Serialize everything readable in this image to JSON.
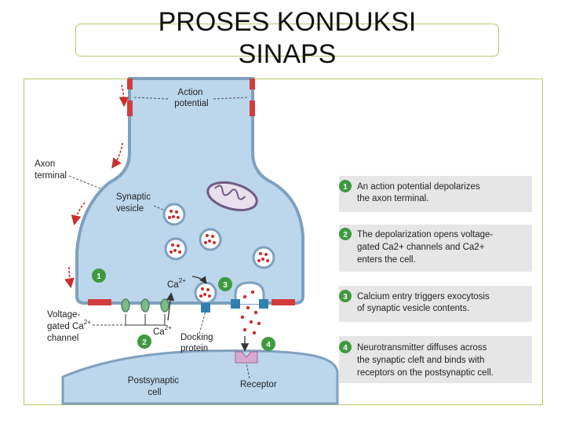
{
  "title": {
    "line1": "PROSES KONDUKSI",
    "line2": "SINAPS"
  },
  "labels": {
    "action_potential_1": "Action",
    "action_potential_2": "potential",
    "axon_terminal_1": "Axon",
    "axon_terminal_2": "terminal",
    "synaptic_vesicle_1": "Synaptic",
    "synaptic_vesicle_2": "vesicle",
    "ca_upper": "Ca",
    "ca_upper_sup": "2+",
    "ca_lower": "Ca",
    "ca_lower_sup": "2+",
    "vg_channel_1": "Voltage-",
    "vg_channel_2": "gated Ca",
    "vg_channel_sup": "2+",
    "vg_channel_3": "channel",
    "docking_1": "Docking",
    "docking_2": "protein",
    "postsynaptic_1": "Postsynaptic",
    "postsynaptic_2": "cell",
    "receptor": "Receptor"
  },
  "markers": {
    "m1": "1",
    "m2": "2",
    "m3": "3",
    "m4": "4"
  },
  "steps": [
    {
      "num": "1",
      "line1": "An action potential depolarizes",
      "line2": "the axon terminal.",
      "line3": ""
    },
    {
      "num": "2",
      "line1": "The depolarization opens voltage-",
      "line2": "gated Ca2+ channels and Ca2+",
      "line3": "enters the cell."
    },
    {
      "num": "3",
      "line1": "Calcium entry triggers exocytosis",
      "line2": "of synaptic vesicle contents.",
      "line3": ""
    },
    {
      "num": "4",
      "line1": "Neurotransmitter diffuses across",
      "line2": "the synaptic cleft and binds with",
      "line3": "receptors on the postsynaptic cell."
    }
  ],
  "colors": {
    "cytoplasm": "#bcd6ec",
    "membrane": "#7fa0bd",
    "green_marker": "#3e9a3e",
    "channel": "#7db98a",
    "docking": "#2f7fb0",
    "receptor": "#d9a7cf",
    "vesicle_dot": "#c9302c",
    "membrane_red": "#d23c3c"
  }
}
